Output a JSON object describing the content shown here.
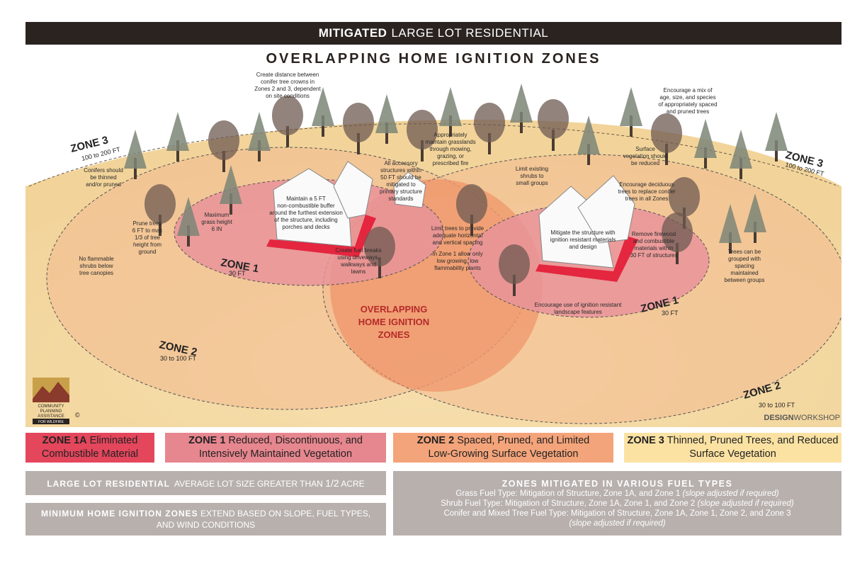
{
  "header": {
    "bold": "MITIGATED",
    "rest": "LARGE LOT RESIDENTIAL"
  },
  "subtitle": "OVERLAPPING HOME IGNITION ZONES",
  "zones": {
    "zone3_left": {
      "title": "ZONE 3",
      "sub": "100 to 200 FT"
    },
    "zone3_right": {
      "title": "ZONE 3",
      "sub": "100 to 200 FT"
    },
    "zone1_left": {
      "title": "ZONE 1",
      "sub": "30 FT"
    },
    "zone1_right": {
      "title": "ZONE 1",
      "sub": "30 FT"
    },
    "zone2_left": {
      "title": "ZONE 2",
      "sub": "30 to 100 FT"
    },
    "zone2_right": {
      "title": "ZONE 2",
      "sub": "30 to 100 FT"
    },
    "overlap": [
      "OVERLAPPING",
      "HOME IGNITION",
      "ZONES"
    ]
  },
  "notes": {
    "n1": [
      "Create distance between",
      "conifer tree crowns in",
      "Zones 2 and 3, dependent",
      "on site conditions"
    ],
    "n2": [
      "Conifers should",
      "be thinned",
      "and/or pruned"
    ],
    "n3": [
      "Prune trees",
      "6 FT to max",
      "1/3 of tree",
      "height from",
      "ground"
    ],
    "n4": [
      "No flammable",
      "shrubs below",
      "tree canopies"
    ],
    "n5": [
      "Maximum",
      "grass height",
      "6 IN"
    ],
    "n6": [
      "Maintain a 5 FT",
      "non-combustible buffer",
      "around the furthest extension",
      "of the structure, including",
      "porches and decks"
    ],
    "n7": [
      "All accessory",
      "structures within",
      "50 FT should be",
      "mitigated to",
      "primary structure",
      "standards"
    ],
    "n8": [
      "Create fuel breaks",
      "using driveways,",
      "walkways and",
      "lawns"
    ],
    "n9": [
      "Appropriately",
      "maintain grasslands",
      "through mowing,",
      "grazing, or",
      "prescribed fire"
    ],
    "n10": [
      "Limit existing",
      "shrubs to",
      "small groups"
    ],
    "n11": [
      "Limit trees to provide",
      "adequate horizontal",
      "and vertical spacing"
    ],
    "n12": [
      "In Zone 1 allow only",
      "low growing, low",
      "flammability plants"
    ],
    "n13": [
      "Mitigate the structure with",
      "ignition resistant materials",
      "and design"
    ],
    "n14": [
      "Encourage a mix of",
      "age, size, and species",
      "of appropriately spaced",
      "and pruned trees"
    ],
    "n15": [
      "Surface",
      "vegetation should",
      "be reduced"
    ],
    "n16": [
      "Encourage deciduous",
      "trees to replace conifer",
      "trees in all Zones"
    ],
    "n17": [
      "Remove firewood",
      "and combustible",
      "materials within",
      "30 FT of structures"
    ],
    "n18": [
      "Encourage use of ignition resistant",
      "landscape features"
    ],
    "n19": [
      "Trees can be",
      "grouped with",
      "spacing",
      "maintained",
      "between groups"
    ]
  },
  "logo": {
    "lines": [
      "COMMUNITY",
      "PLANNING",
      "ASSISTANCE",
      "FOR WILDFIRE"
    ],
    "copyright": "©"
  },
  "credit": {
    "bold": "DESIGN",
    "rest": "WORKSHOP"
  },
  "legend": [
    {
      "bold": "ZONE 1A",
      "text": "Eliminated Combustible Material",
      "line2": "",
      "color": "#e4465c"
    },
    {
      "bold": "ZONE 1",
      "text": "Reduced, Discontinuous, and",
      "line2": "Intensively Maintained Vegetation",
      "color": "#e6868e"
    },
    {
      "bold": "ZONE 2",
      "text": "Spaced, Pruned, and Limited",
      "line2": "Low-Growing Surface Vegetation",
      "color": "#f4a47a"
    },
    {
      "bold": "ZONE 3",
      "text": "Thinned, Pruned Trees, and Reduced",
      "line2": "Surface Vegetation",
      "color": "#fbe2a2"
    }
  ],
  "info": {
    "lot": {
      "bold": "LARGE LOT RESIDENTIAL",
      "text": "AVERAGE LOT SIZE GREATER THAN",
      "fraction": "1/2",
      "unit": "ACRE"
    },
    "minimum": {
      "bold": "MINIMUM HOME IGNITION ZONES",
      "line1": "EXTEND BASED ON SLOPE, FUEL TYPES,",
      "line2": "AND WIND CONDITIONS"
    },
    "fuel": {
      "title": "ZONES MITIGATED IN VARIOUS FUEL TYPES",
      "grass": "Grass Fuel Type: Mitigation of Structure, Zone 1A, and Zone 1",
      "grass_note": "(slope adjusted if required)",
      "shrub": "Shrub Fuel Type: Mitigation of Structure, Zone 1A, Zone 1, and Zone 2",
      "shrub_note": "(slope adjusted if required)",
      "conifer": "Conifer and Mixed Tree Fuel Type: Mitigation of Structure, Zone 1A, Zone 1, Zone 2, and Zone 3",
      "conifer_note": "(slope adjusted if required)"
    }
  }
}
